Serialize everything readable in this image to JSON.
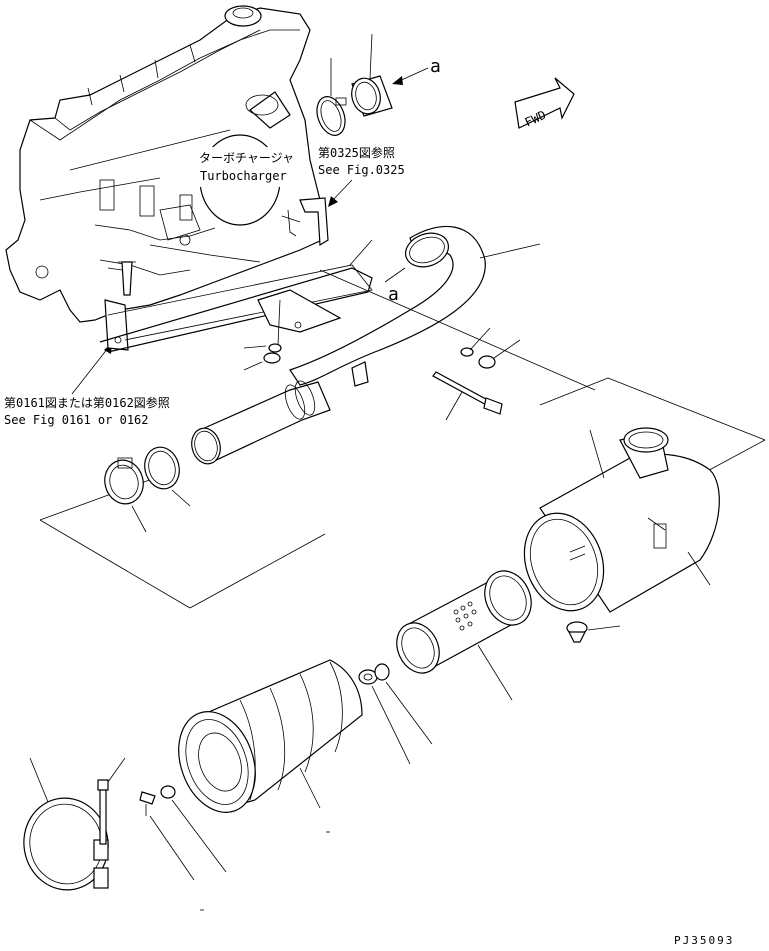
{
  "callouts": {
    "turbo_jp": "ターボチャージャ",
    "turbo_en": "Turbocharger",
    "ref_0325_jp": "第0325図参照",
    "ref_0325_en": "See Fig.0325",
    "ref_0161_jp": "第0161図または第0162図参照",
    "ref_0161_en": "See Fig 0161 or 0162",
    "mark_a1": "a",
    "mark_a2": "a",
    "fwd": "FWD"
  },
  "drawing_code": "PJ35093"
}
